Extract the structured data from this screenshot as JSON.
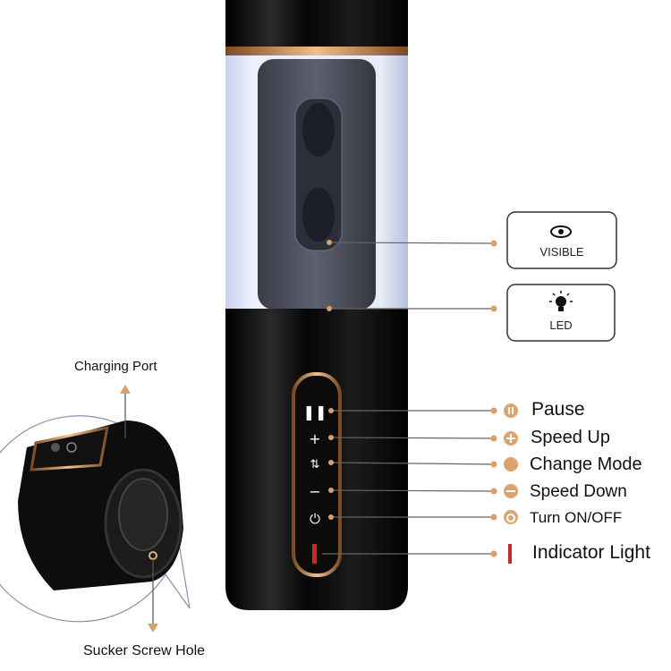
{
  "features": {
    "visible": "VISIBLE",
    "led": "LED"
  },
  "buttons": [
    {
      "label": "Pause",
      "icon": "pause-icon"
    },
    {
      "label": "Speed Up",
      "icon": "plus-icon"
    },
    {
      "label": "Change Mode",
      "icon": "mode-icon"
    },
    {
      "label": "Speed Down",
      "icon": "minus-icon"
    },
    {
      "label": "Turn ON/OFF",
      "icon": "power-icon"
    }
  ],
  "indicator": {
    "label": "Indicator Light",
    "color": "#c8282a"
  },
  "inset": {
    "charging_port": "Charging Port",
    "sucker_screw_hole": "Sucker Screw Hole"
  },
  "colors": {
    "accent": "#d9a06b",
    "body": "#0c0c0c",
    "gold": "#c8894f"
  }
}
